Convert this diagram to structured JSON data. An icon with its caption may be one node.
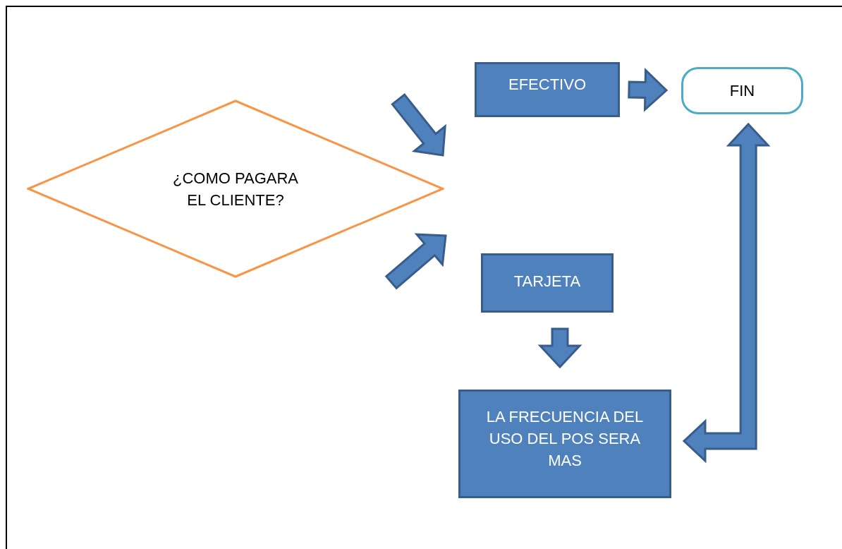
{
  "diagram": {
    "nodes": [
      {
        "text": [
          "¿COMO PAGARA EL CLIENTE?"
        ]
      },
      {
        "text": [
          "EFECTIVO"
        ]
      },
      {
        "text": [
          "FIN"
        ]
      },
      {
        "text": [
          "TARJETA"
        ]
      },
      {
        "text": [
          "LA FRECUENCIA DEL USO DEL POS SERA MAS"
        ]
      }
    ],
    "edges": [
      {
        "from": 0,
        "to": 1,
        "arrow": "to"
      },
      {
        "from": 0,
        "to": 3,
        "arrow": "to"
      },
      {
        "from": 1,
        "to": 2,
        "arrow": "to"
      },
      {
        "from": 3,
        "to": 4,
        "arrow": "to"
      },
      {
        "from": 2,
        "to": 4,
        "arrow": "both"
      }
    ]
  }
}
